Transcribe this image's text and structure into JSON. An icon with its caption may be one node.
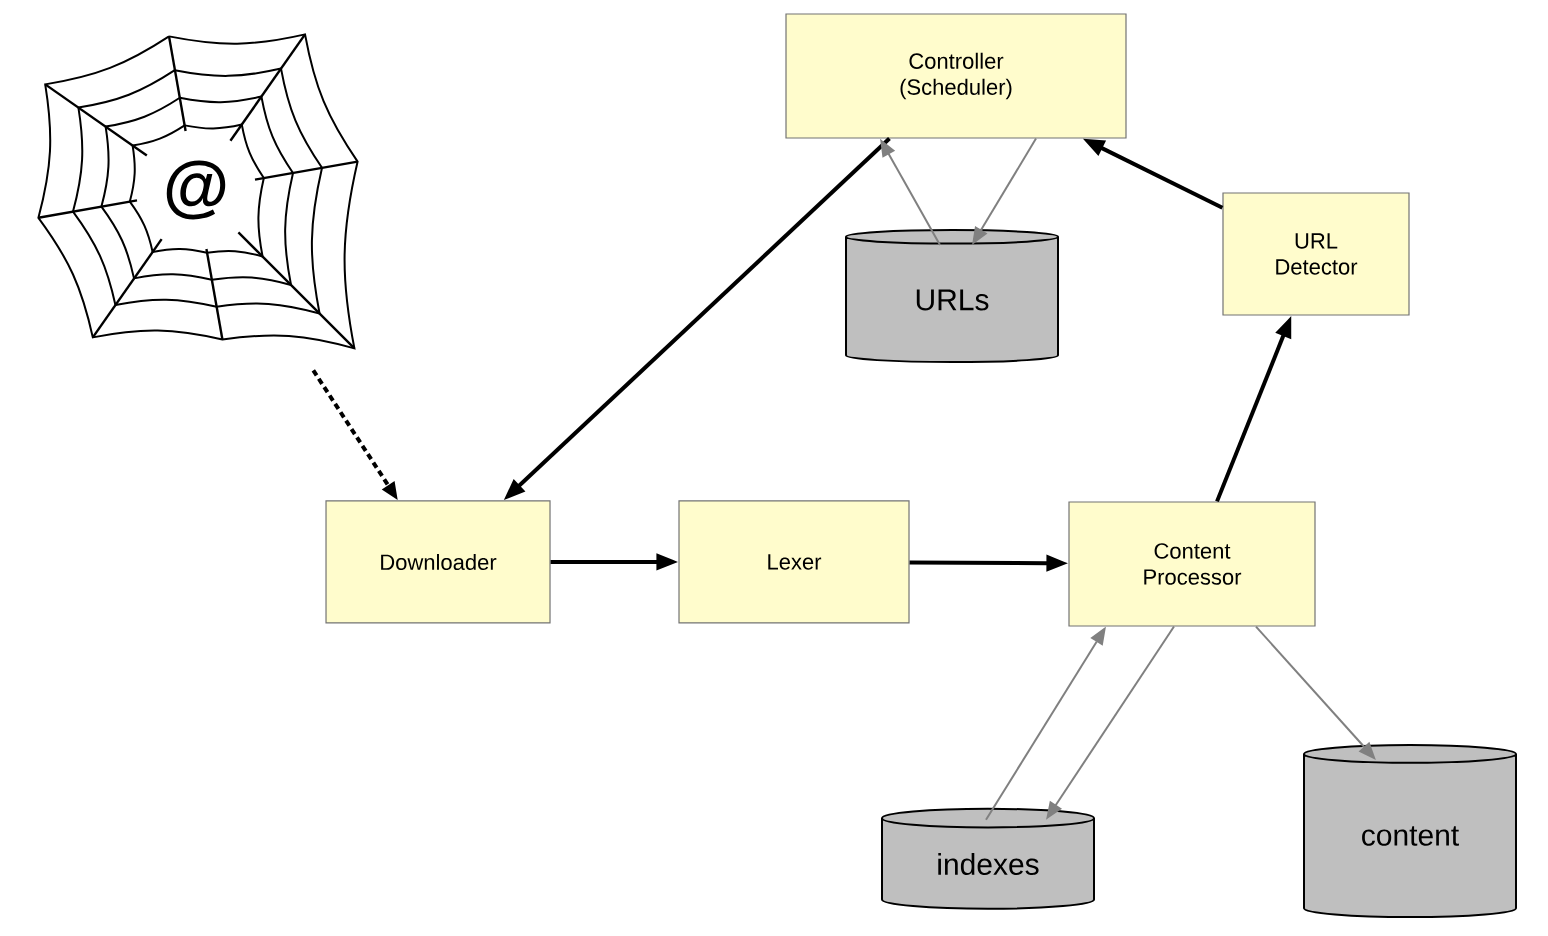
{
  "diagram": {
    "nodes": [
      {
        "text": [
          "@"
        ]
      },
      {
        "text": [
          "Controller (Scheduler)"
        ]
      },
      {
        "text": [
          "URLs"
        ]
      },
      {
        "text": [
          "URL Detector"
        ]
      },
      {
        "text": [
          "Downloader"
        ]
      },
      {
        "text": [
          "Lexer"
        ]
      },
      {
        "text": [
          "Content Processor"
        ]
      },
      {
        "text": [
          "indexes"
        ]
      },
      {
        "text": [
          "content"
        ]
      }
    ],
    "edges": [
      {
        "from": 0,
        "to": 4,
        "arrow": "to",
        "style": "dashed"
      },
      {
        "from": 1,
        "to": 4,
        "arrow": "to"
      },
      {
        "from": 4,
        "to": 5,
        "arrow": "to"
      },
      {
        "from": 5,
        "to": 6,
        "arrow": "to"
      },
      {
        "from": 6,
        "to": 3,
        "arrow": "to"
      },
      {
        "from": 3,
        "to": 1,
        "arrow": "to"
      },
      {
        "from": 2,
        "to": 1,
        "arrow": "to",
        "color": "#808080"
      },
      {
        "from": 1,
        "to": 2,
        "arrow": "to",
        "color": "#808080"
      },
      {
        "from": 7,
        "to": 6,
        "arrow": "to",
        "color": "#808080"
      },
      {
        "from": 6,
        "to": 7,
        "arrow": "to",
        "color": "#808080"
      },
      {
        "from": 6,
        "to": 8,
        "arrow": "to",
        "color": "#808080"
      }
    ]
  }
}
